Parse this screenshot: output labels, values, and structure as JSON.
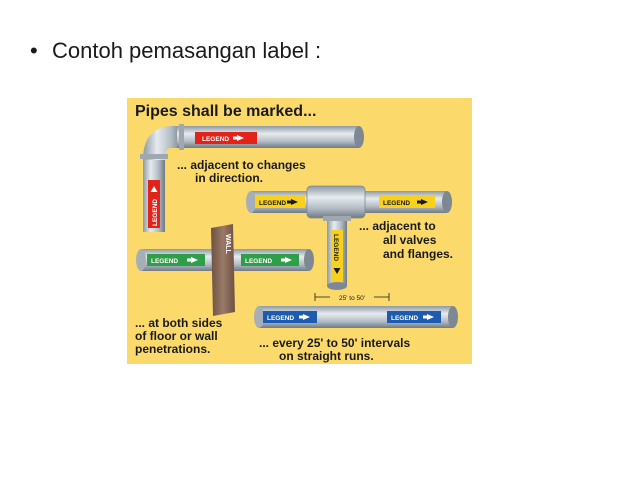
{
  "slide": {
    "bullet": "•",
    "text": "Contoh pemasangan label :"
  },
  "figure": {
    "title": "Pipes shall be marked...",
    "caption_direction": [
      "... adjacent to changes",
      "in direction."
    ],
    "caption_valves": [
      "... adjacent to",
      "all valves",
      "and flanges."
    ],
    "caption_floor": [
      "... at both sides",
      "of floor or wall",
      "penetrations."
    ],
    "caption_runs": [
      "... every 25' to 50' intervals",
      "on straight runs."
    ],
    "dimension_label": "25' to 50'",
    "wall_label": "WALL",
    "legend_label": "LEGEND",
    "colors": {
      "background": "#FBDA6B",
      "red_band": "#E2231A",
      "yellow_band": "#F7D11E",
      "green_band": "#2E9E4A",
      "blue_band": "#1C5BB0",
      "wall": "#8B6A5A",
      "pipe": "#BFC7CF"
    }
  }
}
